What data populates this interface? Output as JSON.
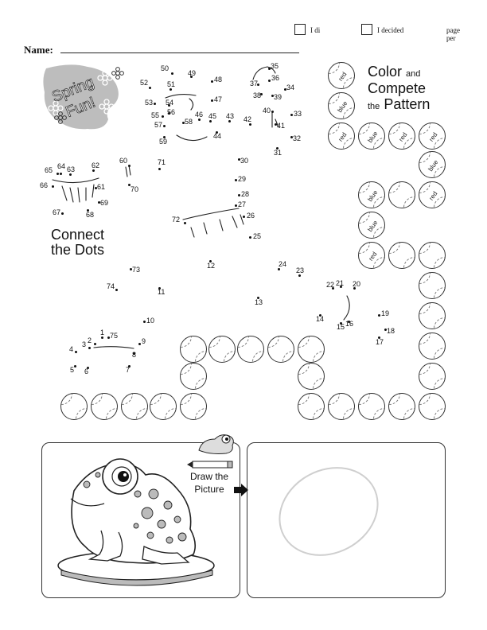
{
  "header": {
    "check1_text": "I di",
    "check2_text": "I decided",
    "check2_tail_a": "page",
    "check2_tail_b": "per"
  },
  "name_label": "Name:",
  "badge": {
    "line1": "Spring",
    "line2": "Fun!"
  },
  "section_titles": {
    "connect_line1": "Connect",
    "connect_line2": "the Dots",
    "color_line1": "Color",
    "color_and": "and",
    "color_line2": "Compete",
    "color_the": "the",
    "color_line3": "Pattern"
  },
  "dot_labels": [
    "1",
    "2",
    "3",
    "4",
    "5",
    "6",
    "7",
    "8",
    "9",
    "10",
    "11",
    "12",
    "13",
    "14",
    "15",
    "16",
    "17",
    "18",
    "19",
    "20",
    "21",
    "22",
    "23",
    "24",
    "25",
    "26",
    "27",
    "28",
    "29",
    "30",
    "31",
    "32",
    "33",
    "34",
    "35",
    "36",
    "37",
    "38",
    "39",
    "40",
    "41",
    "42",
    "43",
    "44",
    "45",
    "46",
    "47",
    "48",
    "49",
    "50",
    "51",
    "52",
    "53",
    "54",
    "55",
    "56",
    "57",
    "58",
    "59",
    "60",
    "61",
    "62",
    "63",
    "64",
    "65",
    "66",
    "67",
    "68",
    "69",
    "70",
    "71",
    "72",
    "73",
    "74",
    "75"
  ],
  "pattern_labels": [
    "red",
    "blue",
    "red",
    "blue",
    "red",
    "red",
    "blue",
    "red",
    "blue",
    "blue",
    "red"
  ],
  "draw": {
    "line1": "Draw the",
    "line2": "Picture"
  },
  "colors": {
    "ink": "#111111",
    "badge": "#bdbdbd",
    "oval": "#cfcfcf"
  }
}
